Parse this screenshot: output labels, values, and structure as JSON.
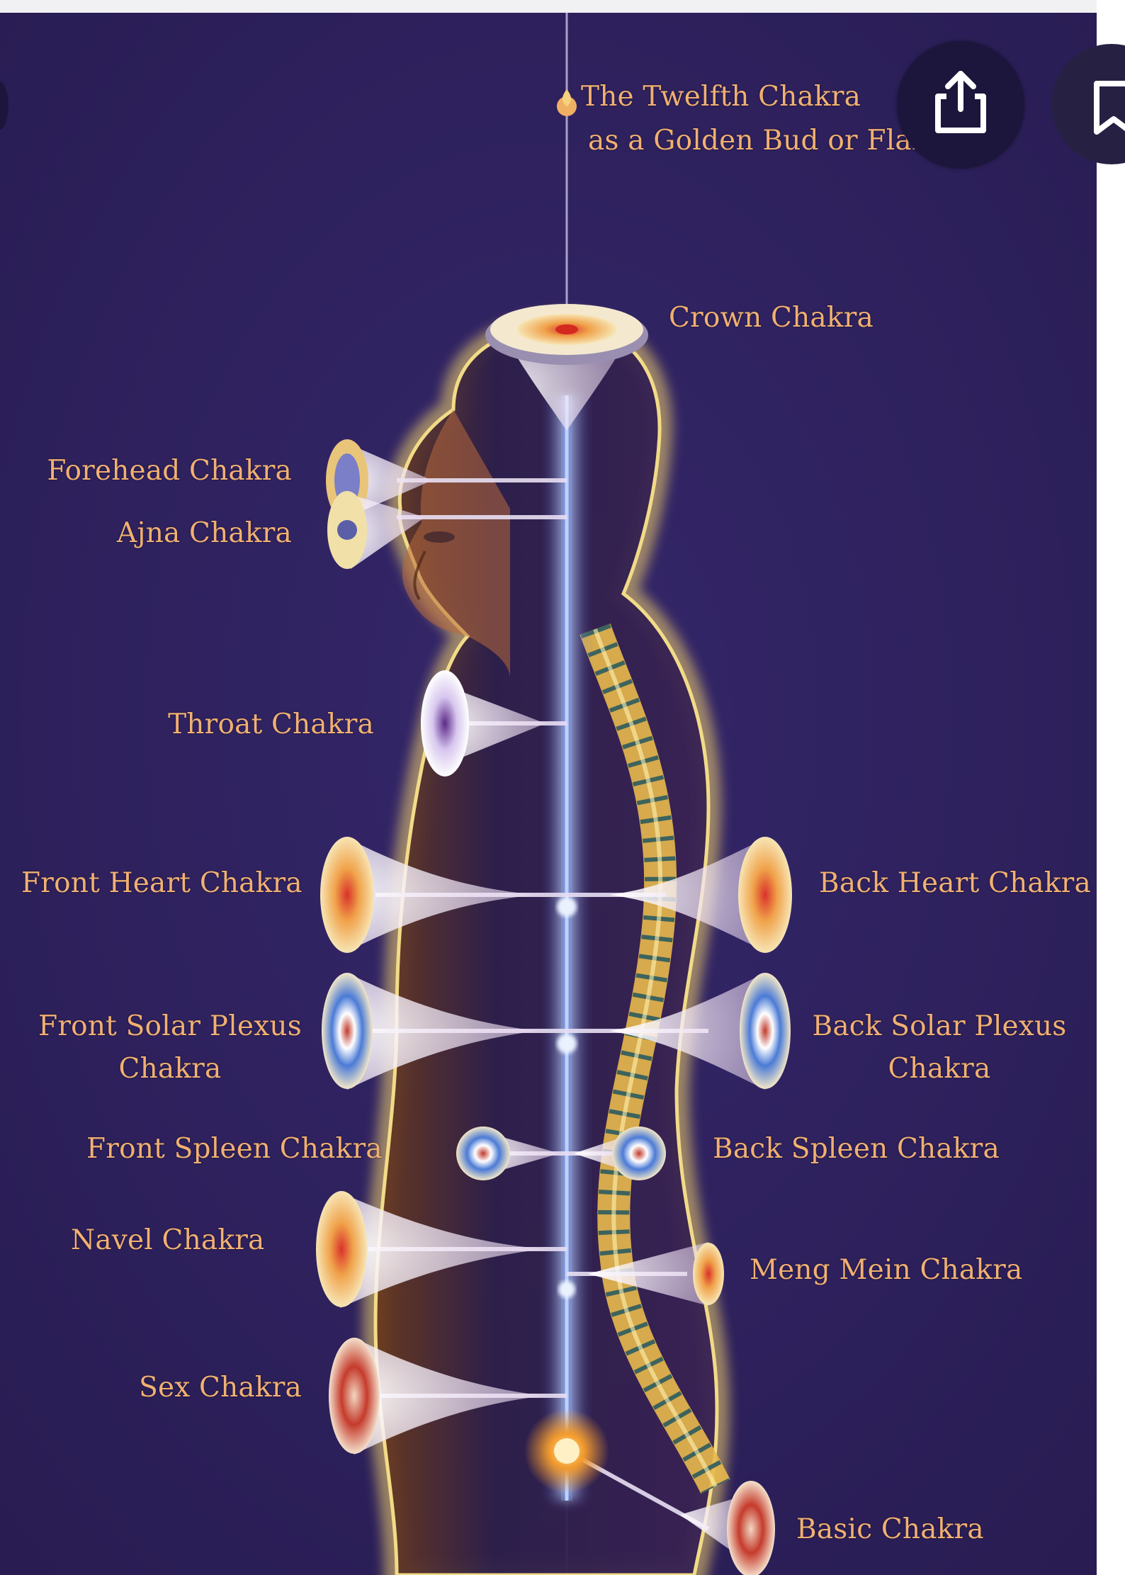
{
  "colors": {
    "background": "#2e2059",
    "label": "#f1b072",
    "axis": "#8fb4ff",
    "button": "#1c163d"
  },
  "labels": {
    "twelfth_line1": "The Twelfth Chakra",
    "twelfth_line2": "as a Golden Bud or Flame",
    "crown": "Crown Chakra",
    "forehead": "Forehead Chakra",
    "ajna": "Ajna Chakra",
    "throat": "Throat Chakra",
    "front_heart": "Front Heart Chakra",
    "back_heart": "Back Heart Chakra",
    "front_solar_line1": "Front Solar Plexus",
    "front_solar_line2": "Chakra",
    "back_solar_line1": "Back Solar Plexus",
    "back_solar_line2": "Chakra",
    "front_spleen": "Front Spleen Chakra",
    "back_spleen": "Back Spleen Chakra",
    "navel": "Navel Chakra",
    "meng_mein": "Meng Mein Chakra",
    "sex": "Sex Chakra",
    "basic": "Basic Chakra"
  },
  "controls": {
    "share_icon": "share-icon",
    "bookmark_icon": "bookmark-icon"
  }
}
